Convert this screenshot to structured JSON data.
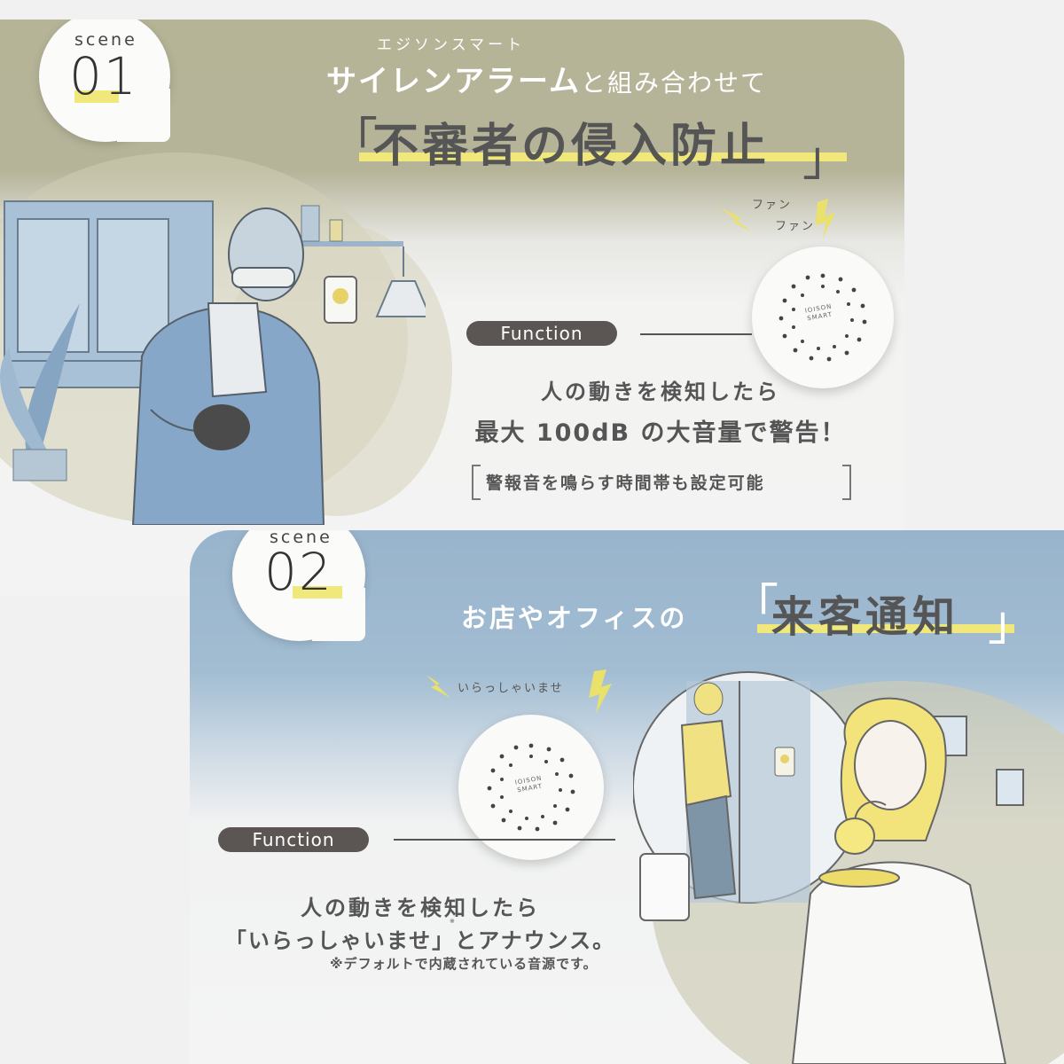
{
  "scene1": {
    "scene_word": "scene",
    "scene_number": "01",
    "kana_ruby": "エジソンスマート",
    "headline_bold": "サイレンアラーム",
    "headline_rest": "と組み合わせて",
    "title_open": "「",
    "title": "不審者の侵入防止",
    "title_close": "」",
    "sound_text_1": "ファン",
    "sound_text_2": "ファン",
    "function_label": "Function",
    "description_line1": "人の動きを検知したら",
    "description_line2": "最大 100dB の大音量で警告！",
    "note": "警報音を鳴らす時間帯も設定可能",
    "device_brand": "IOISON SMART"
  },
  "scene2": {
    "scene_word": "scene",
    "scene_number": "02",
    "headline": "お店やオフィスの",
    "title_open": "「",
    "title": "来客通知",
    "title_close": "」",
    "sound_text": "いらっしゃいませ",
    "function_label": "Function",
    "description_line1": "人の動きを検知したら",
    "description_line2": "「いらっしゃいませ」とアナウンス。",
    "footnote_mark": "※",
    "footnote": "※デフォルトで内蔵されている音源です。",
    "device_brand": "IOISON SMART"
  },
  "colors": {
    "scene1_background": "#b6b497",
    "scene2_background": "#98b4cc",
    "highlight_yellow": "#f0e87a",
    "function_pill": "#5b5654",
    "text_dark": "#555555"
  }
}
